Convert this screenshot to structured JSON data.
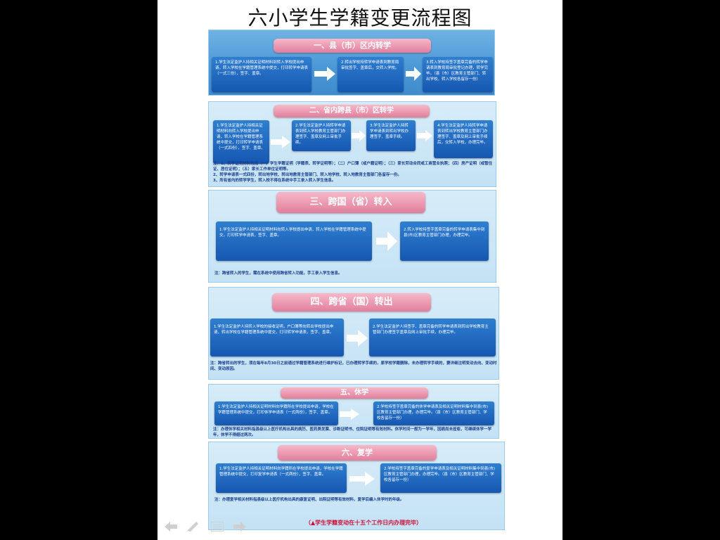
{
  "slide": {
    "title": "六小学生学籍变更流程图",
    "footer": "（▲学生学籍变动在十五个工作日内办理完毕）"
  },
  "sections": [
    {
      "heading": "一、县（市）区内转学",
      "steps": [
        "1.学生法定监护人持相关证明材料到转入学校提出申请，转入学校在学籍管理系统中提交，打印转学申请表（一式三份），签字、盖章。",
        "2.转出学校持转学申请表到教育局审批签字、盖章后，交转入学校。",
        "3.转入学校持签字盖章完备的转学申请表到教育局审批登记办理，转学完毕。（县（市）区教育主管部门、转出学校、转入学校各留存一份）"
      ],
      "note": ""
    },
    {
      "heading": "二、省内跨县（市）区转学",
      "steps": [
        "1.学生法定监护人持相关证明材料向转入学校提出申请，转入学校在学籍管理系统中提交，打印转学申请表（一式四份），签字、盖章。",
        "2.学生法定监护人持转学申请表到转入学校教育主管部门办理签字、盖章及网上审批手续。",
        "3.学生法定监护人持转学申请表到转出学校办理签字、盖章手续。",
        "4.学生法定监护人持转学申请表到转出学校教育主管部门办理签字、盖章及网上审批手续后，交转入学校，办理完毕。"
      ],
      "note": "注：1、转学证明材料包括（一）学生学籍证明（学籍表、转学证明等）；（二）户口薄（或户籍证明）；（三）家长劳动合同或工商营业执照；（四）房产证明（或暂住证、居住证明）；（五）家长工作单位证明等。\n2、转学申请表一式四份，转出地学校、转出地教育主管部门、转入地学校、转入地教育主管部门各留存一份。\n3、所有省内的转学学生，转入校不得在系统中手工录入转入学生信息。"
    },
    {
      "heading": "三、跨国（省）转入",
      "steps": [
        "1.学生法定监护人持相关证明材料向转入学校提出申请，转入学校在学籍管理系统中提交，打印转学申请表，签字、盖章。",
        "2.转入学校持签字盖章完备的转学申请表集中到县(市)区教育主管部门办理，办理完毕。"
      ],
      "note": "注：跨省转入的学生，需在系统中使用跨省转入功能，手工录入学生信息。"
    },
    {
      "heading": "四、跨省（国）转出",
      "steps": [
        "1.学生法定监护人持转入学校的接收证明，户口簿等向转出学校提出申请，转出学校在学籍管理系统中提交，打印转学申请表，签字、盖章。",
        "2.学生法定监护人持签字、盖章完备的转学申请表到转出学校教育主管部门办理签字盖章及网上审批手续，办理完毕。"
      ],
      "note": "注：跨省转出的学生，须在每年8月30日之前通过学籍管理系统进行维护标记，已办理转学手续的，原学校学籍删除，未办理转学手续的，要详细注明变动去向、变动时间、变动原因。"
    },
    {
      "heading": "五、休学",
      "steps": [
        "1.学生法定监护人持相关证明材料向学籍所在学校提出申请，学校在学籍管理系统中提交，打印休学申请表（一式两份），签字、盖章。",
        "2.学校持签字盖章完备的休学申请表及相关证明材料集中到县(市)区教育主管部门办理，办理完毕。（县（市）区教育主管部门、学校各留存一份）"
      ],
      "note": "注：办理休学相关材料指县级以上医疗机构出具的病历、医药费发票、诊断证明书、住院证明等有效材料。休学时间一般为一学年，因病尚未痊愈，可继续休学一学年，休学不得超过两次。"
    },
    {
      "heading": "六、复学",
      "steps": [
        "1.学生法定监护人持相关证明材料向学籍所在学校提出申请，学校在学籍管理系统中提交，打印复学申请表（一式两份），签字、盖章。",
        "2.学校持签字盖章完备的复学申请表及相关证明材料集中到县(市)区教育主管部门办理，办理完毕。（县（市）区教育主管部门、学校各留存一份）"
      ],
      "note": "注：办理复学相关材料指县级以上医疗机构出具的康复证明、出院证明等有效材料，复学后编入休学时的年级。"
    }
  ],
  "nav_icons": [
    "previous-icon",
    "pen-icon",
    "menu-icon",
    "next-icon"
  ]
}
